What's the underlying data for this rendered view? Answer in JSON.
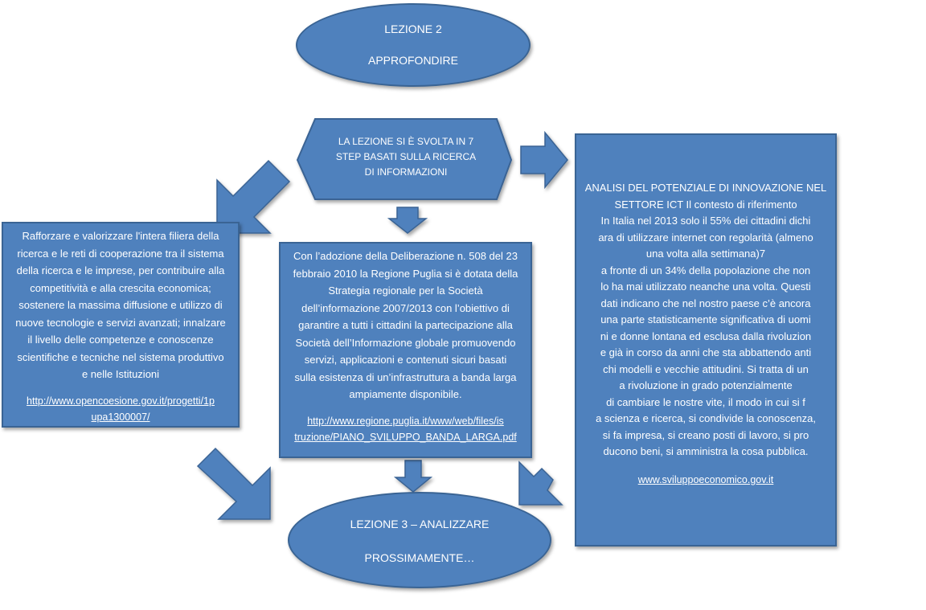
{
  "top_ellipse": {
    "line1": "LEZIONE 2",
    "line2": "APPROFONDIRE"
  },
  "hexagon": {
    "line1": "LA LEZIONE SI È SVOLTA IN  7",
    "line2": "STEP BASATI SULLA RICERCA",
    "line3": "DI INFORMAZIONI"
  },
  "left_box": {
    "lines": [
      "Rafforzare e valorizzare l'intera filiera della",
      "ricerca e le reti di cooperazione tra il sistema",
      "della ricerca e le imprese, per contribuire alla",
      "competitività  e alla crescita economica;",
      "sostenere la massima diffusione e utilizzo di",
      "nuove tecnologie e servizi avanzati; innalzare",
      "il livello delle competenze e conoscenze",
      "scientifiche e tecniche nel sistema produttivo",
      "e nelle Istituzioni"
    ],
    "link_line1": "http://www.opencoesione.gov.it/progetti/1p",
    "link_line2": "upa1300007/"
  },
  "center_box": {
    "lines": [
      "Con l’adozione della Deliberazione n. 508 del 23",
      "febbraio 2010 la Regione Puglia si è dotata della",
      "Strategia regionale per la Società",
      "dell’informazione 2007/2013 con l’obiettivo di",
      "garantire a tutti i cittadini la partecipazione alla",
      "Società dell’Informazione globale promuovendo",
      "servizi, applicazioni e contenuti sicuri basati",
      "sulla esistenza di un’infrastruttura a banda larga",
      "ampiamente disponibile."
    ],
    "link_line1": "http://www.regione.puglia.it/www/web/files/is",
    "link_line2": "truzione/PIANO_SVILUPPO_BANDA_LARGA.pdf"
  },
  "right_box": {
    "lines": [
      "ANALISI  DEL  POTENZIALE  DI  INNOVAZIONE  NEL",
      "SETTORE ICT Il  contesto di  riferimento",
      "In Italia nel 2013 solo il 55% dei cittadini dichi",
      "ara di utilizzare internet con regolarità (almeno",
      "una volta alla  settimana)7",
      "a fronte di un 34% della popolazione che non",
      "lo ha mai utilizzato neanche una volta. Questi",
      "dati  indicano che nel nostro paese c’è ancora",
      "una parte statisticamente significativa di uomi",
      "ni e donne lontana  ed esclusa dalla rivoluzion",
      "e già in corso da anni che sta abbattendo anti",
      "chi modelli e vecchie attitudini. Si tratta di un",
      "a  rivoluzione in grado potenzialmente",
      "di cambiare le nostre vite, il modo in cui si  f",
      "a scienza e  ricerca, si condivide la conoscenza,",
      "si fa impresa, si creano posti di lavoro, si pro",
      "ducono beni, si amministra la cosa pubblica."
    ],
    "link": "www.sviluppoeconomico.gov.it"
  },
  "bottom_ellipse": {
    "line1": "LEZIONE 3 – ANALIZZARE",
    "line2": "PROSSIMAMENTE…"
  },
  "colors": {
    "fill": "#4f81bd",
    "border": "#3a6494",
    "text": "#ffffff"
  }
}
